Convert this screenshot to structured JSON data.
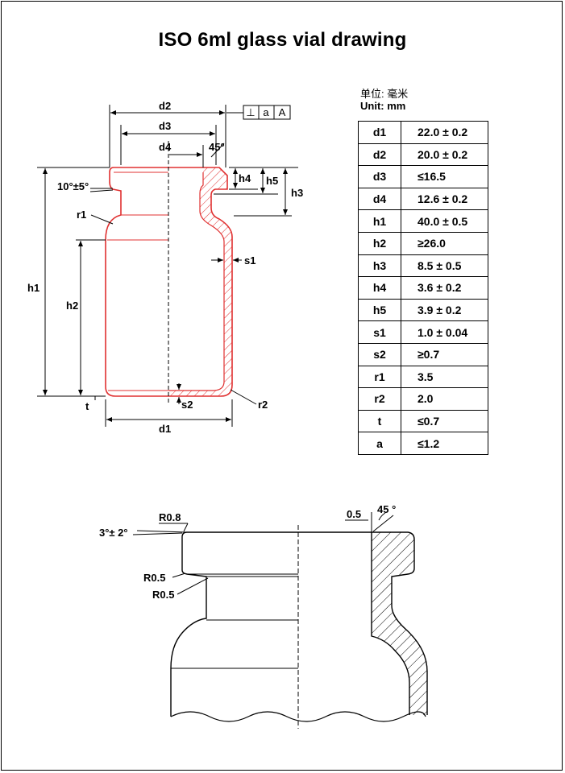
{
  "title": "ISO 6ml glass vial drawing",
  "unit": {
    "cn": "单位: 毫米",
    "en": "Unit: mm"
  },
  "tolerance_frame": [
    "⊥",
    "a",
    "A"
  ],
  "specs": [
    {
      "key": "d1",
      "value": "22.0 ± 0.2"
    },
    {
      "key": "d2",
      "value": "20.0 ± 0.2"
    },
    {
      "key": "d3",
      "value": "≤16.5"
    },
    {
      "key": "d4",
      "value": "12.6 ± 0.2"
    },
    {
      "key": "h1",
      "value": "40.0 ± 0.5"
    },
    {
      "key": "h2",
      "value": "≥26.0"
    },
    {
      "key": "h3",
      "value": "8.5 ± 0.5"
    },
    {
      "key": "h4",
      "value": "3.6 ± 0.2"
    },
    {
      "key": "h5",
      "value": "3.9 ± 0.2"
    },
    {
      "key": "s1",
      "value": "1.0 ± 0.04"
    },
    {
      "key": "s2",
      "value": "≥0.7"
    },
    {
      "key": "r1",
      "value": "3.5"
    },
    {
      "key": "r2",
      "value": "2.0"
    },
    {
      "key": "t",
      "value": "≤0.7"
    },
    {
      "key": "a",
      "value": "≤1.2"
    }
  ],
  "drawing_labels": {
    "d1": "d1",
    "d2": "d2",
    "d3": "d3",
    "d4": "d4",
    "h1": "h1",
    "h2": "h2",
    "h3": "h3",
    "h4": "h4",
    "h5": "h5",
    "s1": "s1",
    "s2": "s2",
    "r1": "r1",
    "r2": "r2",
    "t": "t",
    "angle_top": "45°",
    "angle_lip": "10°±5°"
  },
  "detail_labels": {
    "r08": "R0.8",
    "angle": "3°± 2°",
    "r05a": "R0.5",
    "r05b": "R0.5",
    "gap": "0.5",
    "angle45": "45 °"
  }
}
